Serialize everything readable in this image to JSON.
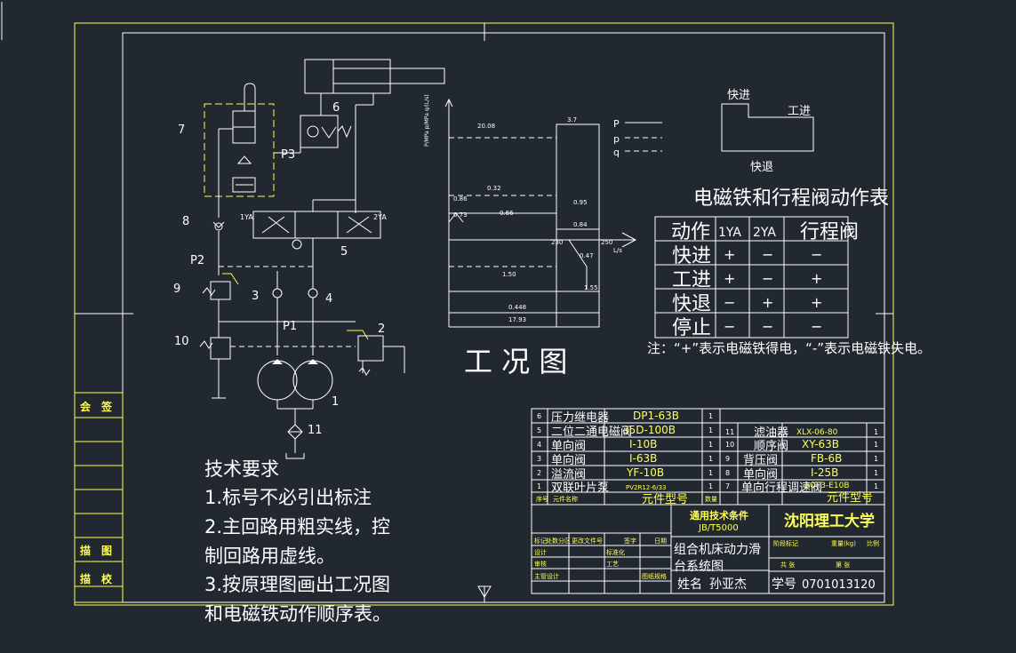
{
  "colors": {
    "background": "#212830",
    "line": "#ffffff",
    "frame": "#ffff55"
  },
  "icons": [
    "cylinder-icon",
    "pump-icon",
    "directional-valve-icon",
    "check-valve-icon",
    "relief-valve-icon",
    "filter-icon",
    "tank-icon"
  ],
  "hydraulic": {
    "labels": {
      "n1": "1",
      "n2": "2",
      "n3": "3",
      "n4": "4",
      "n5": "5",
      "n6": "6",
      "n7": "7",
      "n8": "8",
      "n9": "9",
      "n10": "10",
      "n11": "11",
      "p1": "P1",
      "p2": "P2",
      "p3": "P3",
      "ya1": "1YA",
      "ya2": "2YA"
    }
  },
  "condition_chart": {
    "title": "工 况 图",
    "legend": [
      "P",
      "p",
      "q"
    ],
    "axis_labels": {
      "left": "P/MPa p/MPa q/(L/s)",
      "right": "L/s"
    },
    "values": [
      "20.08",
      "3.7",
      "0.32",
      "0.95",
      "0.86",
      "0.73",
      "0.66",
      "0.84",
      "230",
      "250",
      "0.47",
      "1.50",
      "1.55",
      "0.448",
      "17.93"
    ]
  },
  "speed_diagram": {
    "fast_forward": "快进",
    "work_feed": "工进",
    "fast_return": "快退"
  },
  "action_table": {
    "title": "电磁铁和行程阀动作表",
    "headers": [
      "动作",
      "1YA",
      "2YA",
      "行程阀"
    ],
    "rows": [
      [
        "快进",
        "+",
        "−",
        "−"
      ],
      [
        "工进",
        "+",
        "−",
        "+"
      ],
      [
        "快退",
        "−",
        "+",
        "+"
      ],
      [
        "停止",
        "−",
        "−",
        "−"
      ]
    ],
    "note": "注：“+”表示电磁铁得电，“-”表示电磁铁失电。"
  },
  "tech_requirements": {
    "title": "技术要求",
    "lines": [
      "1.标号不必引出标注",
      "2.主回路用粗实线，控",
      "制回路用虚线。",
      "3.按原理图画出工况图",
      "和电磁铁动作顺序表。"
    ]
  },
  "side_stamps": {
    "sign": "会　签",
    "trace": "描　图",
    "check": "描　校"
  },
  "parts_list": {
    "left": [
      {
        "no": "6",
        "name": "压力继电器",
        "model": "DP1-63B",
        "qty": "1"
      },
      {
        "no": "5",
        "name": "二位二通电磁阀",
        "model": "35D-100B",
        "qty": "1"
      },
      {
        "no": "4",
        "name": "单向阀",
        "model": "I-10B",
        "qty": "1"
      },
      {
        "no": "3",
        "name": "单向阀",
        "model": "I-63B",
        "qty": "1"
      },
      {
        "no": "2",
        "name": "溢流阀",
        "model": "YF-10B",
        "qty": "1"
      },
      {
        "no": "1",
        "name": "双联叶片泵",
        "model": "PV2R12-6/33",
        "qty": "1"
      }
    ],
    "right": [
      {
        "no": "11",
        "name": "滤油器",
        "model": "XLX-06-80",
        "qty": "1"
      },
      {
        "no": "10",
        "name": "顺序阀",
        "model": "XY-63B",
        "qty": "1"
      },
      {
        "no": "9",
        "name": "背压阀",
        "model": "FB-6B",
        "qty": "1"
      },
      {
        "no": "8",
        "name": "单向阀",
        "model": "I-25B",
        "qty": "1"
      },
      {
        "no": "7",
        "name": "单向行程调速阀",
        "model": "AQF3-E10B",
        "qty": "1"
      }
    ],
    "header": {
      "no": "序号",
      "name": "元件名称",
      "model": "元件型号",
      "qty": "数量"
    }
  },
  "title_block": {
    "standard": "通用技术条件",
    "code": "JB/T5000",
    "school": "沈阳理工大学",
    "drawing_title": "组合机床动力滑台系统图",
    "name_label": "姓名",
    "name": "孙亚杰",
    "id_label": "学号",
    "student_id": "0701013120",
    "small": [
      "标记",
      "处数",
      "分区",
      "更改文件号",
      "签字",
      "日期",
      "设计",
      "标准化",
      "审核",
      "工艺",
      "主管设计",
      "图纸规格",
      "阶段标记",
      "重量(kg)",
      "比例",
      "共 张",
      "第 张"
    ]
  }
}
